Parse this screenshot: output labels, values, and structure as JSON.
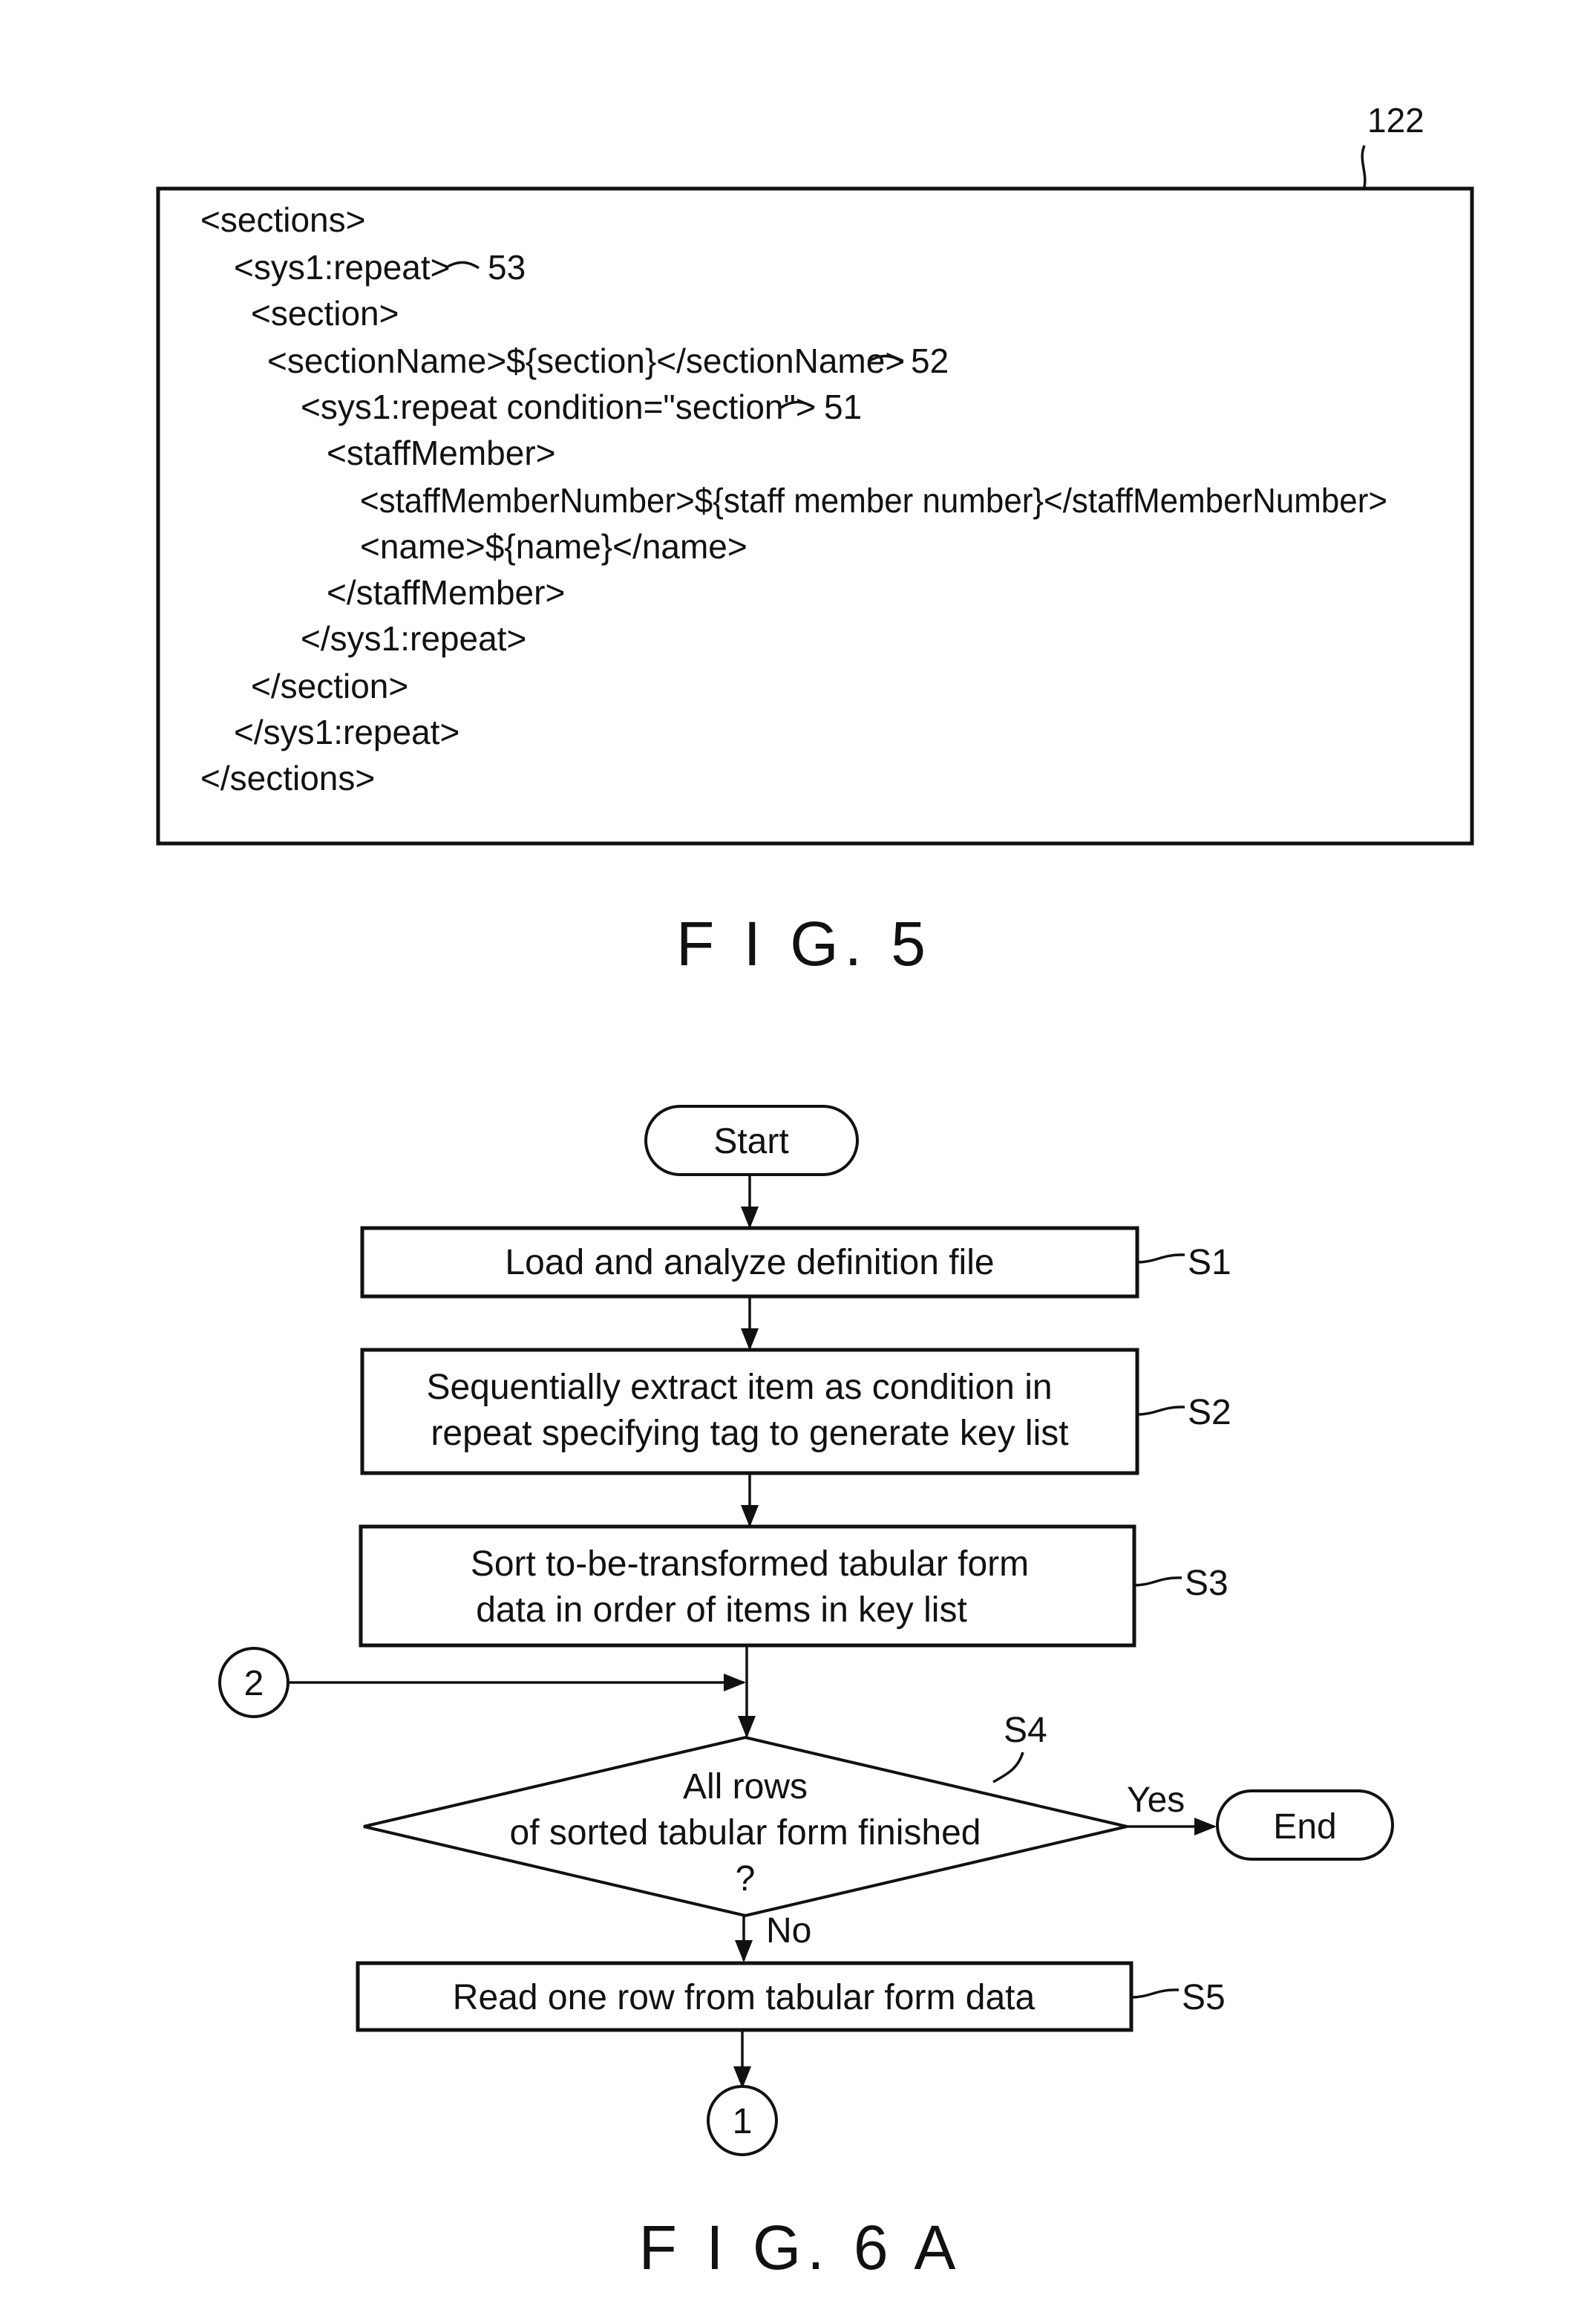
{
  "fig5": {
    "ref_label": "122",
    "code_lines": [
      {
        "text": "<sections>",
        "ref": ""
      },
      {
        "text": "<sys1:repeat>",
        "ref": "53"
      },
      {
        "text": "<section>",
        "ref": ""
      },
      {
        "text": "<sectionName>${section}</sectionName>",
        "ref": "52"
      },
      {
        "text": "<sys1:repeat  condition=\"section\">",
        "ref": "51"
      },
      {
        "text": "<staffMember>",
        "ref": ""
      },
      {
        "text": "<staffMemberNumber>${staff  member  number}</staffMemberNumber>",
        "ref": ""
      },
      {
        "text": "<name>${name}</name>",
        "ref": ""
      },
      {
        "text": "</staffMember>",
        "ref": ""
      },
      {
        "text": "</sys1:repeat>",
        "ref": ""
      },
      {
        "text": "</section>",
        "ref": ""
      },
      {
        "text": "</sys1:repeat>",
        "ref": ""
      },
      {
        "text": "</sections>",
        "ref": ""
      }
    ],
    "caption": "F I G. 5"
  },
  "fig6a": {
    "start": "Start",
    "end": "End",
    "steps": [
      {
        "id": "S1",
        "lines": [
          "Load  and  analyze  definition  file"
        ]
      },
      {
        "id": "S2",
        "lines": [
          "Sequentially  extract  item  as  condition  in",
          "repeat  specifying  tag  to  generate  key  list"
        ]
      },
      {
        "id": "S3",
        "lines": [
          "Sort  to-be-transformed  tabular  form",
          "data  in  order  of  items  in  key  list"
        ]
      },
      {
        "id": "S5",
        "lines": [
          "Read  one  row  from  tabular  form  data"
        ]
      }
    ],
    "decision": {
      "id": "S4",
      "lines": [
        "All  rows",
        "of  sorted  tabular  form  finished",
        "?"
      ],
      "yes": "Yes",
      "no": "No"
    },
    "connector_in": "2",
    "connector_out": "1",
    "caption": "F I G. 6 A"
  }
}
